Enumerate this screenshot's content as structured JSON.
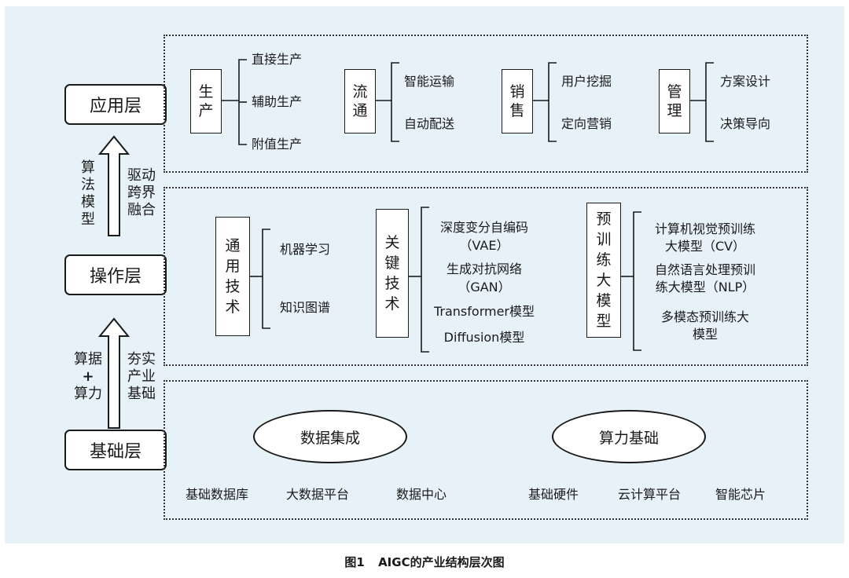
{
  "layers": {
    "application": "应用层",
    "operation": "操作层",
    "foundation": "基础层"
  },
  "arrow_upper": {
    "left_col": [
      "算",
      "法",
      "模",
      "型"
    ],
    "right_col": [
      "驱动",
      "跨界",
      "融合"
    ]
  },
  "arrow_lower": {
    "left_col": [
      "算据",
      "+",
      "算力"
    ],
    "right_col": [
      "夯实",
      "产业",
      "基础"
    ]
  },
  "application": {
    "groups": [
      {
        "title": [
          "生",
          "产"
        ],
        "items": [
          "直接生产",
          "辅助生产",
          "附值生产"
        ]
      },
      {
        "title": [
          "流",
          "通"
        ],
        "items": [
          "智能运输",
          "自动配送"
        ]
      },
      {
        "title": [
          "销",
          "售"
        ],
        "items": [
          "用户挖掘",
          "定向营销"
        ]
      },
      {
        "title": [
          "管",
          "理"
        ],
        "items": [
          "方案设计",
          "决策导向"
        ]
      }
    ]
  },
  "operation": {
    "general": {
      "title": [
        "通",
        "用",
        "技",
        "术"
      ],
      "items": [
        "机器学习",
        "知识图谱"
      ]
    },
    "key": {
      "title": [
        "关",
        "键",
        "技",
        "术"
      ],
      "items": [
        "深度变分自编码",
        "（VAE）",
        "生成对抗网络",
        "（GAN）",
        "Transformer模型",
        "Diffusion模型"
      ]
    },
    "pretrain": {
      "title": [
        "预",
        "训",
        "练",
        "大",
        "模",
        "型"
      ],
      "items": [
        "计算机视觉预训练",
        "大模型（CV）",
        "自然语言处理预训",
        "练大模型（NLP）",
        "多模态预训练大",
        "模型"
      ]
    }
  },
  "foundation": {
    "data_ellipse": "数据集成",
    "compute_ellipse": "算力基础",
    "items": [
      "基础数据库",
      "大数据平台",
      "数据中心",
      "基础硬件",
      "云计算平台",
      "智能芯片"
    ]
  },
  "caption": {
    "fig": "图1",
    "title": "AIGC的产业结构层次图"
  }
}
